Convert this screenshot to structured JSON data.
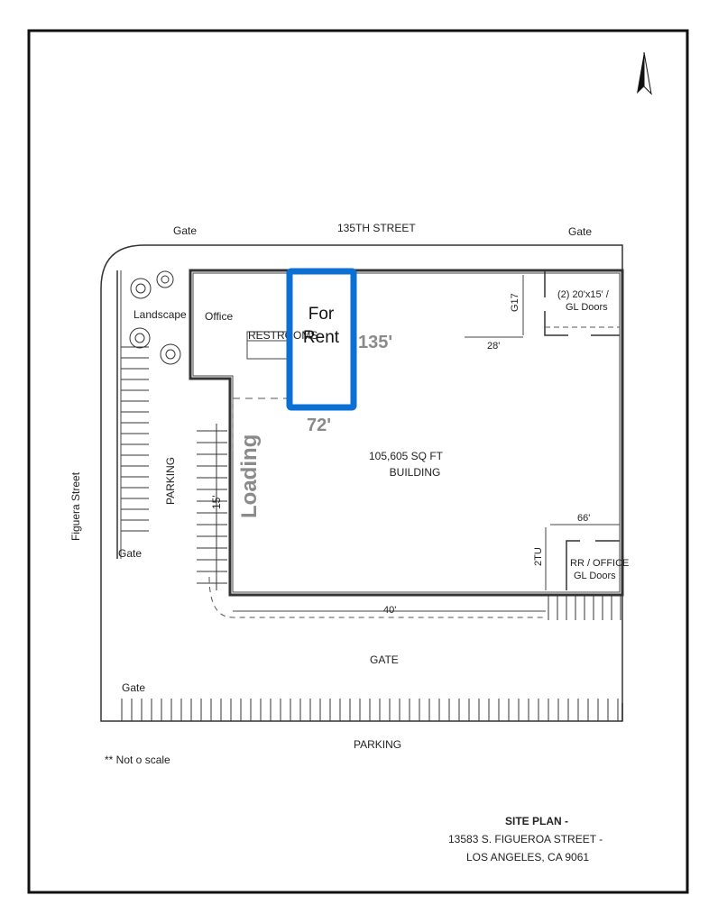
{
  "north_arrow": "north-arrow",
  "labels": {
    "gate_top_left": "Gate",
    "street_top": "135TH STREET",
    "gate_top_right": "Gate",
    "landscape": "Landscape",
    "office": "Office",
    "restrooms": "RESTROOMS",
    "for_rent_1": "For",
    "for_rent_2": "Rent",
    "dim_135": "135'",
    "dim_72": "72'",
    "doors_top_1": "(2) 20'x15' /",
    "doors_top_2": "GL Doors",
    "dim_g17": "G17",
    "dim_28": "28'",
    "building_1": "105,605 SQ FT",
    "building_2": "BUILDING",
    "loading": "Loading",
    "parking_left": "PARKING",
    "dim_15": "15'",
    "street_left": "Figuera Street",
    "gate_left": "Gate",
    "dim_66": "66'",
    "dim_2tu": "2TU",
    "rr_office_1": "RR / OFFICE",
    "rr_office_2": "GL Doors",
    "dim_40": "40'",
    "gate_bottom": "GATE",
    "gate_bottom_left": "Gate",
    "parking_bottom": "PARKING",
    "scale_note": "** Not o scale"
  },
  "title_block": {
    "title": "SITE PLAN -",
    "address_1": "13583 S. FIGUEROA STREET -",
    "address_2": "LOS ANGELES, CA 9061"
  },
  "colors": {
    "highlight": "#0b6fd4",
    "dim_gray": "#8a8a8a"
  }
}
